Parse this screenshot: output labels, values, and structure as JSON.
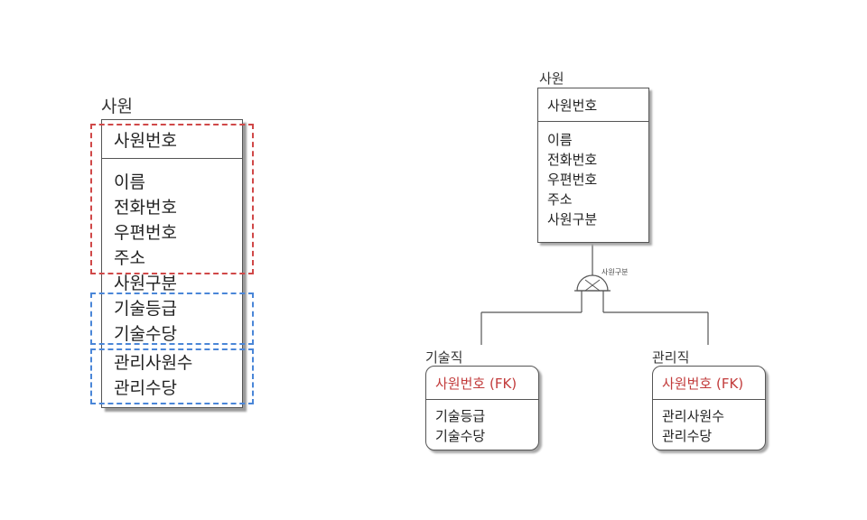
{
  "left_entity": {
    "title": "사원",
    "primary_key": "사원번호",
    "attributes": [
      "이름",
      "전화번호",
      "우편번호",
      "주소",
      "사원구분",
      "기술등급",
      "기술수당",
      "관리사원수",
      "관리수당"
    ]
  },
  "right_diagram": {
    "supertype": {
      "title": "사원",
      "primary_key": "사원번호",
      "attributes": [
        "이름",
        "전화번호",
        "우편번호",
        "주소",
        "사원구분"
      ]
    },
    "discriminator": "사원구분",
    "subtypes": [
      {
        "title": "기술직",
        "primary_key": "사원번호 (FK)",
        "attributes": [
          "기술등급",
          "기술수당"
        ]
      },
      {
        "title": "관리직",
        "primary_key": "사원번호 (FK)",
        "attributes": [
          "관리사원수",
          "관리수당"
        ]
      }
    ]
  },
  "colors": {
    "fk_text": "#c23b3b",
    "red_group": "#d04848",
    "blue_group": "#4a86d8"
  }
}
